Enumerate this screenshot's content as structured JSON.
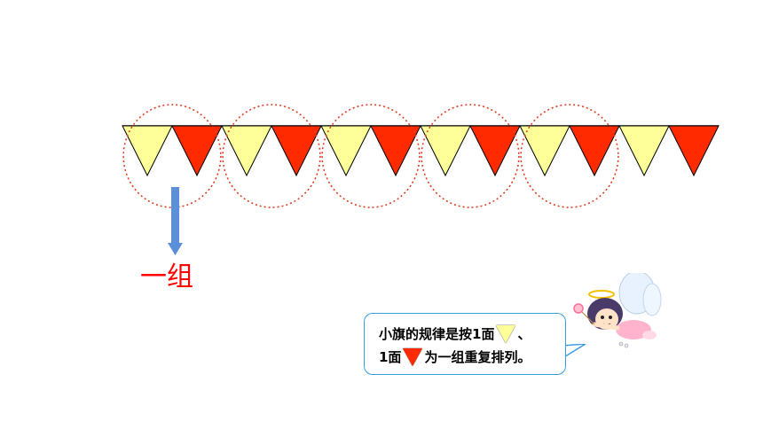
{
  "bunting": {
    "flag_pairs": 6,
    "circled_groups": 5,
    "flag_colors": {
      "first": "#ffff99",
      "second": "#ff2a00"
    },
    "circle_color": "#e04020",
    "arrow_color": "#5b8fd9"
  },
  "group_label": "一组",
  "bubble": {
    "line1_text": "小旗的规律是按1面",
    "line1_suffix": "、",
    "line2_prefix": "1面",
    "line2_text": "为一组重复排列。",
    "border_color": "#3aa0e0"
  },
  "angel_character": {
    "icon": "angel-girl-icon"
  }
}
